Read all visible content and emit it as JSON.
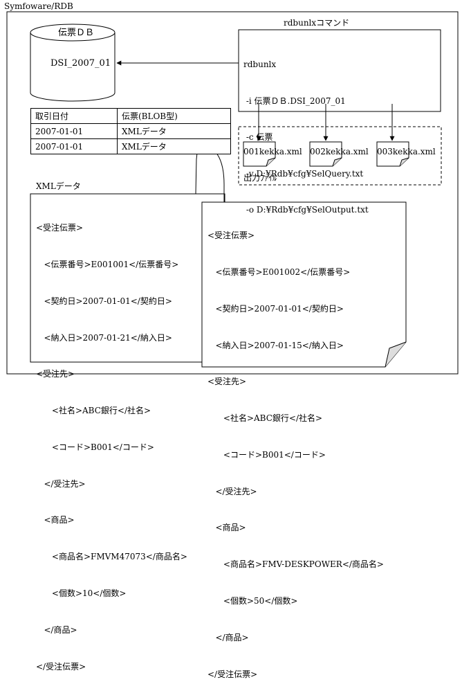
{
  "frame_title": "Symfoware/RDB",
  "database": {
    "name": "伝票ＤＢ",
    "table": "DSI_2007_01"
  },
  "command": {
    "title": "rdbunlxコマンド",
    "lines": [
      "rdbunlx",
      " -i 伝票ＤＢ.DSI_2007_01",
      " -c 伝票",
      " -v D:¥Rdb¥cfg¥SelQuery.txt",
      " -o D:¥Rdb¥cfg¥SelOutput.txt"
    ]
  },
  "output": {
    "files": [
      "001kekka.xml",
      "002kekka.xml",
      "003kekka.xml"
    ],
    "caption": "出力ﾌｧｲﾙ"
  },
  "blob_table": {
    "headers": [
      "取引日付",
      "伝票(BLOB型)"
    ],
    "rows": [
      [
        "2007-01-01",
        "XMLデータ"
      ],
      [
        "2007-01-01",
        "XMLデータ"
      ]
    ]
  },
  "xml_title": "XMLデータ",
  "xml_doc_1": {
    "lines": [
      "<受注伝票>",
      "   <伝票番号>E001001</伝票番号>",
      "   <契約日>2007-01-01</契約日>",
      "   <納入日>2007-01-21</納入日>",
      "<受注先>",
      "      <社名>ABC銀行</社名>",
      "      <コード>B001</コード>",
      "   </受注先>",
      "   <商品>",
      "      <商品名>FMVM47073</商品名>",
      "      <個数>10</個数>",
      "   </商品>",
      "</受注伝票>"
    ]
  },
  "xml_doc_2": {
    "lines": [
      "<受注伝票>",
      "   <伝票番号>E001002</伝票番号>",
      "   <契約日>2007-01-01</契約日>",
      "   <納入日>2007-01-15</納入日>",
      "<受注先>",
      "      <社名>ABC銀行</社名>",
      "      <コード>B001</コード>",
      "   </受注先>",
      "   <商品>",
      "      <商品名>FMV-DESKPOWER</商品名>",
      "      <個数>50</個数>",
      "   </商品>",
      "</受注伝票>"
    ]
  }
}
